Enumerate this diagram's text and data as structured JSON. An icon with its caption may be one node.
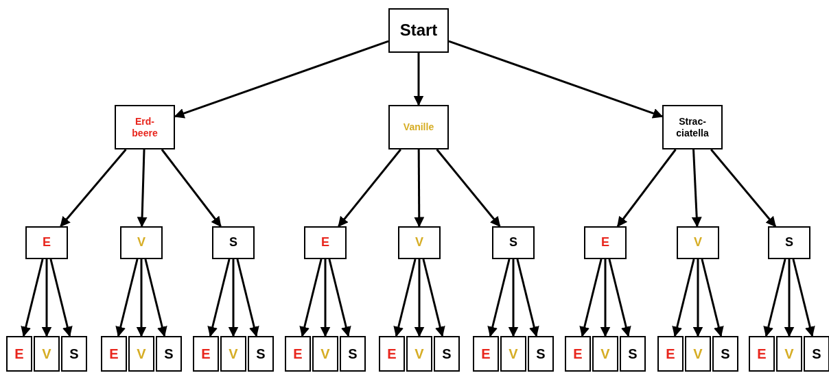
{
  "diagram": {
    "nodes": [
      {
        "text": [
          "Start"
        ]
      },
      {
        "text": [
          "Erd- beere"
        ]
      },
      {
        "text": [
          "Vanille"
        ]
      },
      {
        "text": [
          "Strac- ciatella"
        ]
      },
      {
        "text": [
          "E"
        ]
      },
      {
        "text": [
          "V"
        ]
      },
      {
        "text": [
          "S"
        ]
      },
      {
        "text": [
          "E"
        ]
      },
      {
        "text": [
          "V"
        ]
      },
      {
        "text": [
          "S"
        ]
      },
      {
        "text": [
          "E"
        ]
      },
      {
        "text": [
          "V"
        ]
      },
      {
        "text": [
          "S"
        ]
      },
      {
        "text": [
          "E"
        ]
      },
      {
        "text": [
          "V"
        ]
      },
      {
        "text": [
          "S"
        ]
      },
      {
        "text": [
          "E"
        ]
      },
      {
        "text": [
          "V"
        ]
      },
      {
        "text": [
          "S"
        ]
      },
      {
        "text": [
          "E"
        ]
      },
      {
        "text": [
          "V"
        ]
      },
      {
        "text": [
          "S"
        ]
      },
      {
        "text": [
          "E"
        ]
      },
      {
        "text": [
          "V"
        ]
      },
      {
        "text": [
          "S"
        ]
      },
      {
        "text": [
          "E"
        ]
      },
      {
        "text": [
          "V"
        ]
      },
      {
        "text": [
          "S"
        ]
      },
      {
        "text": [
          "E"
        ]
      },
      {
        "text": [
          "V"
        ]
      },
      {
        "text": [
          "S"
        ]
      },
      {
        "text": [
          "E"
        ]
      },
      {
        "text": [
          "V"
        ]
      },
      {
        "text": [
          "S"
        ]
      },
      {
        "text": [
          "E"
        ]
      },
      {
        "text": [
          "V"
        ]
      },
      {
        "text": [
          "S"
        ]
      },
      {
        "text": [
          "E"
        ]
      },
      {
        "text": [
          "V"
        ]
      },
      {
        "text": [
          "S"
        ]
      }
    ],
    "edges": [
      {
        "from": 0,
        "to": 1,
        "arrow": "to"
      },
      {
        "from": 0,
        "to": 2,
        "arrow": "to"
      },
      {
        "from": 0,
        "to": 3,
        "arrow": "to"
      },
      {
        "from": 1,
        "to": 4,
        "arrow": "to"
      },
      {
        "from": 1,
        "to": 5,
        "arrow": "to"
      },
      {
        "from": 1,
        "to": 6,
        "arrow": "to"
      },
      {
        "from": 2,
        "to": 7,
        "arrow": "to"
      },
      {
        "from": 2,
        "to": 8,
        "arrow": "to"
      },
      {
        "from": 2,
        "to": 9,
        "arrow": "to"
      },
      {
        "from": 3,
        "to": 10,
        "arrow": "to"
      },
      {
        "from": 3,
        "to": 11,
        "arrow": "to"
      },
      {
        "from": 3,
        "to": 12,
        "arrow": "to"
      },
      {
        "from": 4,
        "to": 13,
        "arrow": "to"
      },
      {
        "from": 4,
        "to": 14,
        "arrow": "to"
      },
      {
        "from": 4,
        "to": 15,
        "arrow": "to"
      },
      {
        "from": 5,
        "to": 16,
        "arrow": "to"
      },
      {
        "from": 5,
        "to": 17,
        "arrow": "to"
      },
      {
        "from": 5,
        "to": 18,
        "arrow": "to"
      },
      {
        "from": 6,
        "to": 19,
        "arrow": "to"
      },
      {
        "from": 6,
        "to": 20,
        "arrow": "to"
      },
      {
        "from": 6,
        "to": 21,
        "arrow": "to"
      },
      {
        "from": 7,
        "to": 22,
        "arrow": "to"
      },
      {
        "from": 7,
        "to": 23,
        "arrow": "to"
      },
      {
        "from": 7,
        "to": 24,
        "arrow": "to"
      },
      {
        "from": 8,
        "to": 25,
        "arrow": "to"
      },
      {
        "from": 8,
        "to": 26,
        "arrow": "to"
      },
      {
        "from": 8,
        "to": 27,
        "arrow": "to"
      },
      {
        "from": 9,
        "to": 28,
        "arrow": "to"
      },
      {
        "from": 9,
        "to": 29,
        "arrow": "to"
      },
      {
        "from": 9,
        "to": 30,
        "arrow": "to"
      },
      {
        "from": 10,
        "to": 31,
        "arrow": "to"
      },
      {
        "from": 10,
        "to": 32,
        "arrow": "to"
      },
      {
        "from": 10,
        "to": 33,
        "arrow": "to"
      },
      {
        "from": 11,
        "to": 34,
        "arrow": "to"
      },
      {
        "from": 11,
        "to": 35,
        "arrow": "to"
      },
      {
        "from": 11,
        "to": 36,
        "arrow": "to"
      },
      {
        "from": 12,
        "to": 37,
        "arrow": "to"
      },
      {
        "from": 12,
        "to": 38,
        "arrow": "to"
      },
      {
        "from": 12,
        "to": 39,
        "arrow": "to"
      }
    ]
  }
}
